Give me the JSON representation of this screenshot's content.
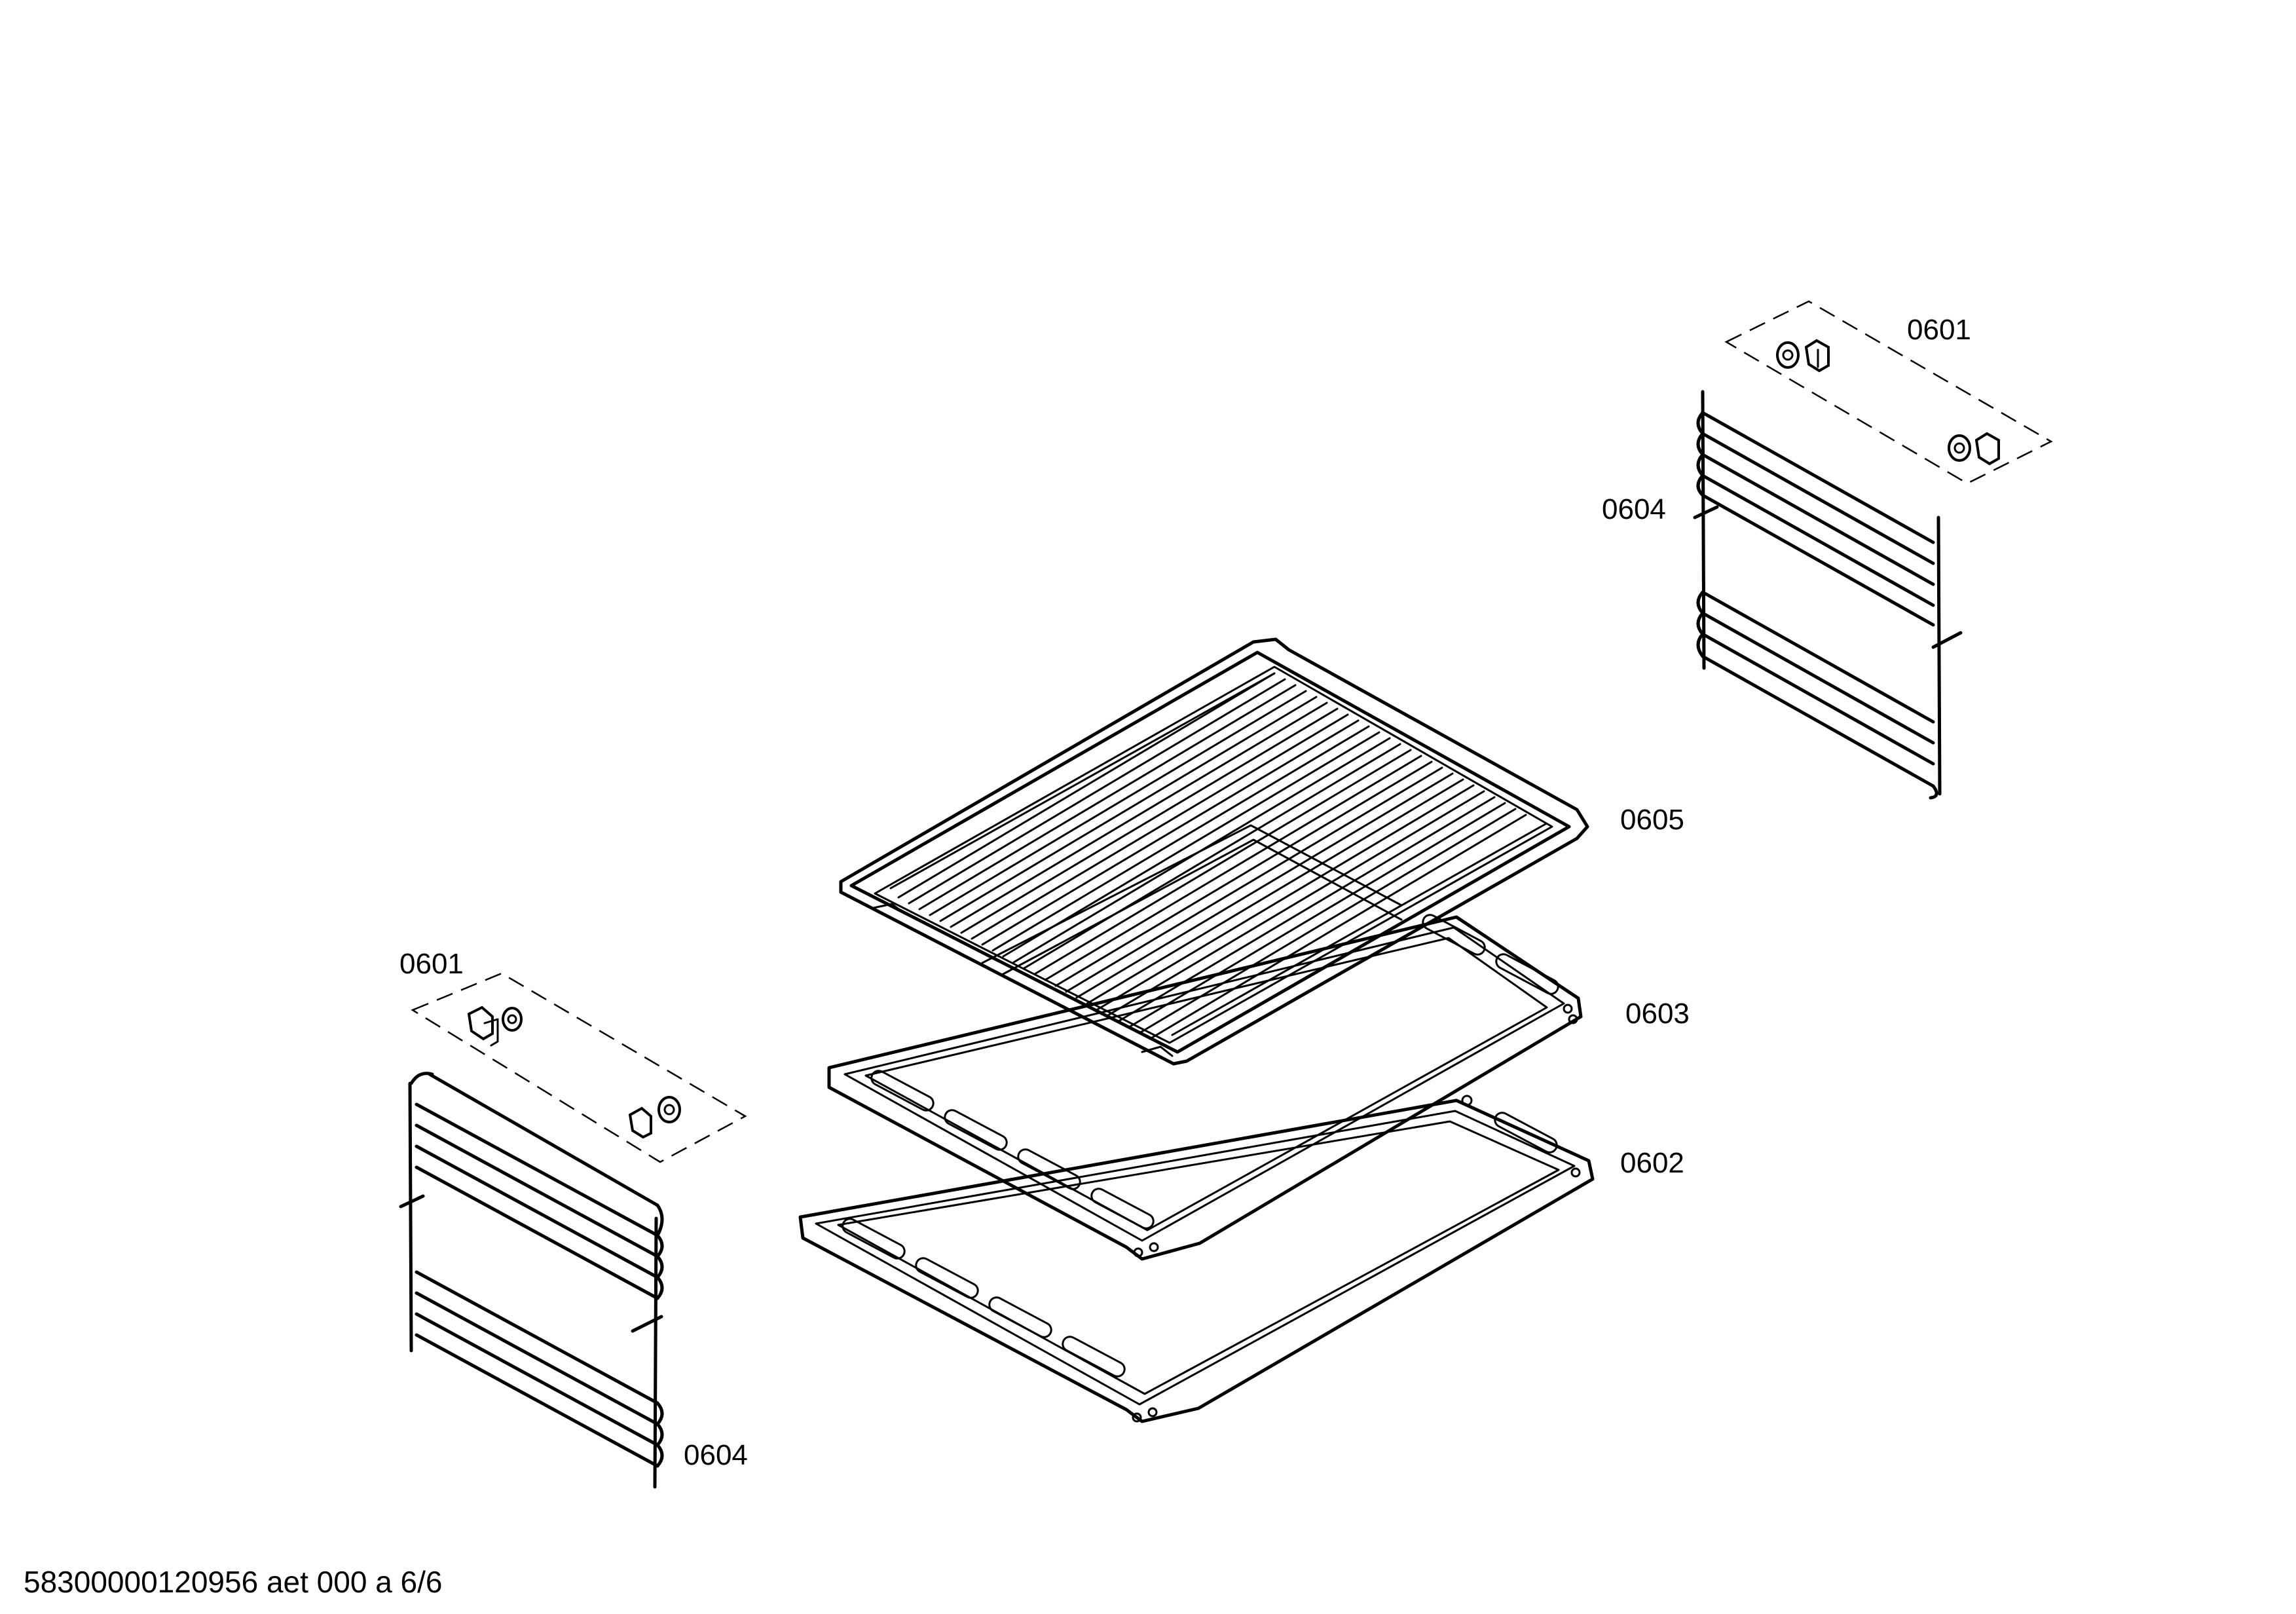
{
  "diagram": {
    "labels": {
      "grid_shelf": "0605",
      "tray_upper": "0603",
      "tray_lower": "0602",
      "left_kit": "0601",
      "right_kit": "0601",
      "left_rail": "0604",
      "right_rail": "0604"
    },
    "footer": "58300000120956 aet 000 a 6/6"
  }
}
